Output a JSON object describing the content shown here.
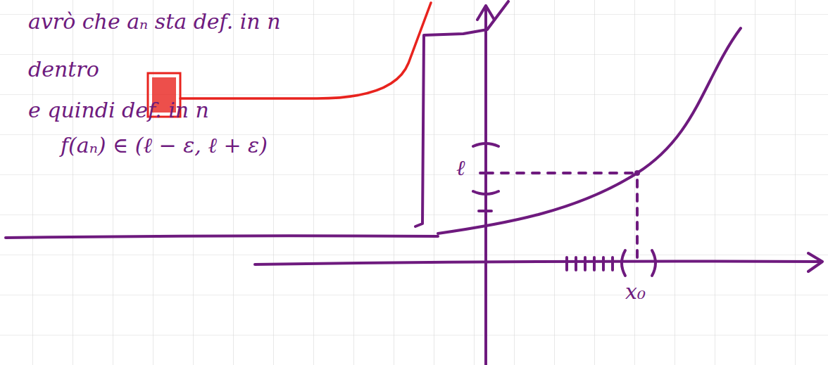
{
  "diagram": {
    "labels": [
      "avrò che aₙ sta def. in n",
      "dentro",
      "e quindi def. in n",
      "f(aₙ) ∈ (ℓ − ε, ℓ + ε)",
      "ℓ",
      "x₀"
    ]
  }
}
